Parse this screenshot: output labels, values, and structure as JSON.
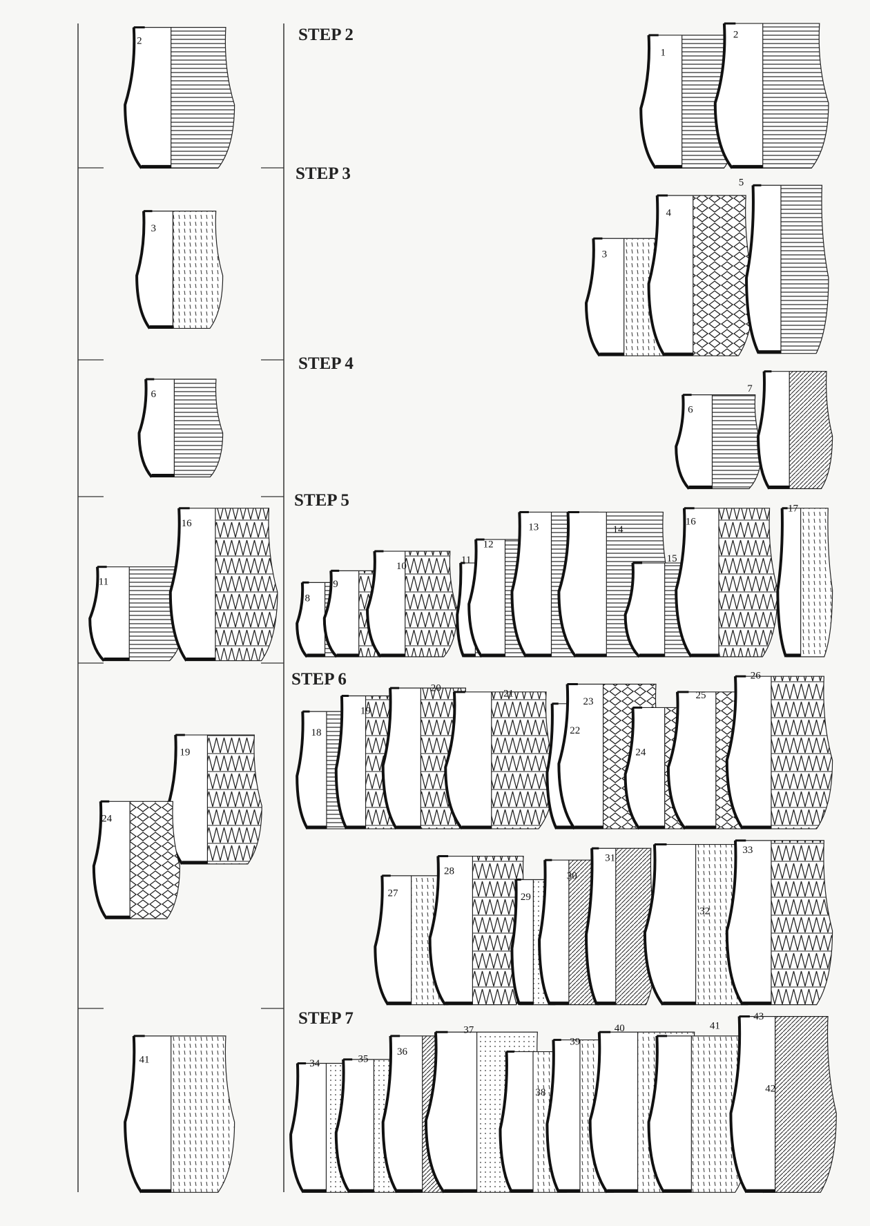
{
  "steps": [
    "STEP 2",
    "STEP 3",
    "STEP 4",
    "STEP 5",
    "STEP 6",
    "STEP 7"
  ],
  "left_column_pots": [
    "2",
    "3",
    "6",
    "11",
    "16",
    "19",
    "24",
    "41"
  ],
  "step2_pots": [
    "1",
    "2"
  ],
  "step3_pots": [
    "3",
    "4",
    "5"
  ],
  "step4_pots": [
    "6",
    "7"
  ],
  "step5_pots": [
    "8",
    "9",
    "10",
    "11",
    "12",
    "13",
    "14",
    "15",
    "16",
    "17"
  ],
  "step6_pots": [
    "18",
    "19",
    "20",
    "21",
    "22",
    "23",
    "24",
    "25",
    "26",
    "27",
    "28",
    "29",
    "30",
    "31",
    "32",
    "33"
  ],
  "step7_pots": [
    "34",
    "35",
    "36",
    "37",
    "38",
    "39",
    "40",
    "41",
    "42",
    "43"
  ]
}
